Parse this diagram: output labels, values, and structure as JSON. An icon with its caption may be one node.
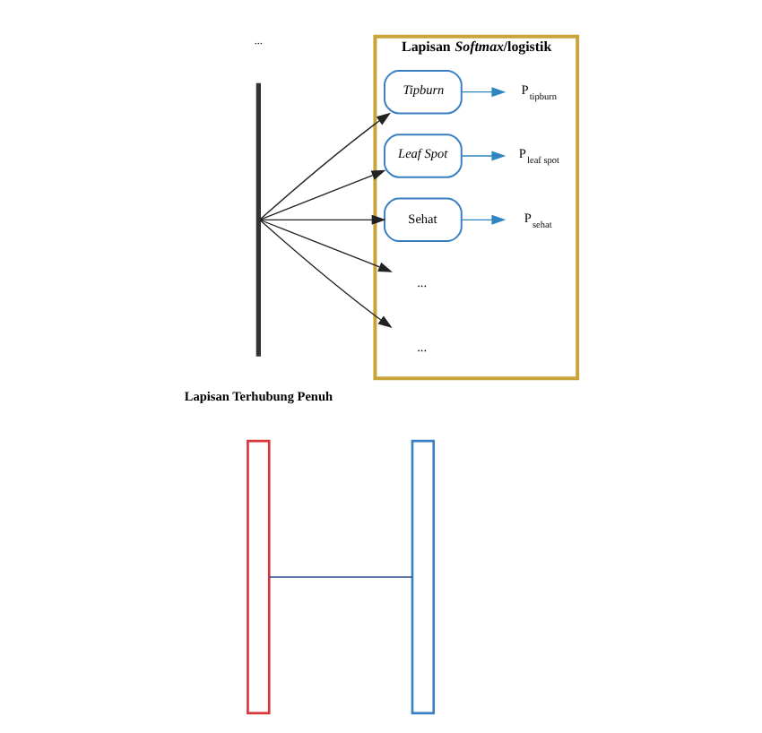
{
  "diagram": {
    "nodes": [
      {
        "text": [],
        "shape": "bar"
      },
      {
        "text": [],
        "shape": "bar"
      },
      {
        "text": [],
        "shape": "bracket"
      },
      {
        "text": [
          "Lapisan *Softmax*/logistik"
        ]
      },
      {
        "text": [
          "*Tipburn*"
        ],
        "in": 3
      },
      {
        "text": [
          "*Leaf Spot*"
        ],
        "in": 3
      },
      {
        "text": [
          "Sehat"
        ],
        "in": 3
      },
      {
        "text": [
          "..."
        ],
        "in": 3
      },
      {
        "text": [
          "..."
        ],
        "in": 3
      },
      {
        "text": [
          "P$_{tipburn}$"
        ],
        "in": 3
      },
      {
        "text": [
          "P$_{leaf spot}$"
        ],
        "in": 3
      },
      {
        "text": [
          "P$_{sehat}$"
        ],
        "in": 3
      }
    ],
    "edges": [
      {
        "from": 0,
        "to": 1,
        "arrow": "none",
        "color": "#2e4a8c"
      },
      {
        "from": 2,
        "to": 4,
        "arrow": "to"
      },
      {
        "from": 2,
        "to": 5,
        "arrow": "to"
      },
      {
        "from": 2,
        "to": 6,
        "arrow": "to"
      },
      {
        "from": 2,
        "to": 7,
        "arrow": "to"
      },
      {
        "from": 2,
        "to": 8,
        "arrow": "to"
      },
      {
        "from": 4,
        "to": 9,
        "arrow": "to",
        "color": "#2e86c1"
      },
      {
        "from": 5,
        "to": 10,
        "arrow": "to",
        "color": "#2e86c1"
      },
      {
        "from": 6,
        "to": 11,
        "arrow": "to",
        "color": "#2e86c1"
      }
    ],
    "labels": [
      "...",
      "Lapisan Terhubung Penuh"
    ]
  }
}
